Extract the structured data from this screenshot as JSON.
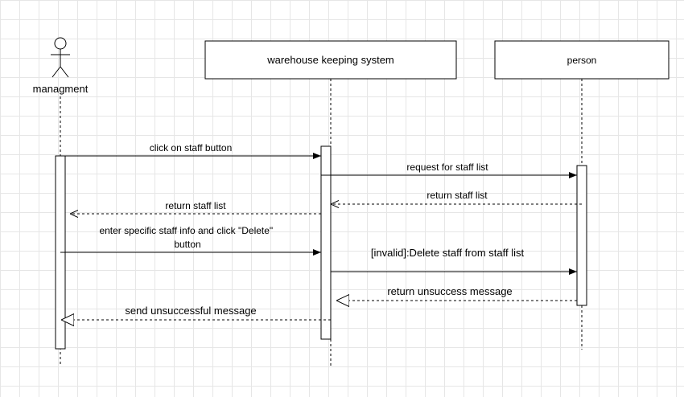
{
  "participants": {
    "actor": "managment",
    "system": "warehouse keeping system",
    "person": "person"
  },
  "messages": {
    "m1": "click on staff button",
    "m2": "request for staff list",
    "m3": "return staff list",
    "m4": "return staff list",
    "m5_line1": "enter specific staff info and click \"Delete\"",
    "m5_line2": "button",
    "m6": "[invalid]:Delete staff from staff list",
    "m7": "return unsuccess message",
    "m8": "send unsuccessful message"
  }
}
